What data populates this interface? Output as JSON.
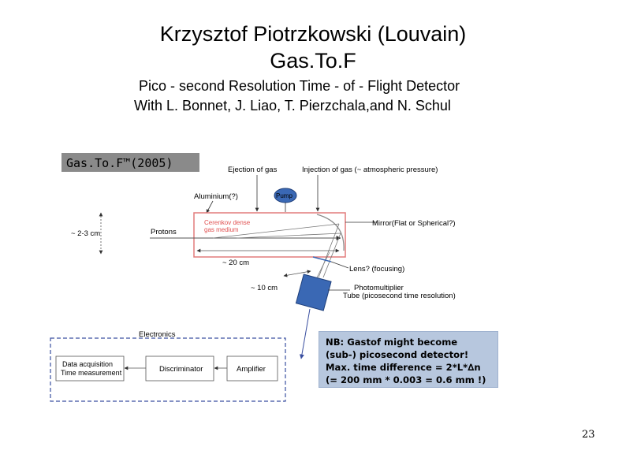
{
  "slide": {
    "title_line1": "Krzysztof Piotrzkowski (Louvain)",
    "title_line2": "Gas.To.F",
    "subtitle_line1": "Pico - second Resolution Time - of - Flight Detector",
    "subtitle_line2": "With L. Bonnet, J. Liao, T. Pierzchala,and N. Schul",
    "page_number": "23"
  },
  "diagram": {
    "banner": "Gas.To.F™(2005)",
    "ejection": "Ejection of gas",
    "injection": "Injection of gas (~ atmospheric pressure)",
    "aluminium": "Aluminium(?)",
    "pump": "Pump",
    "medium_line1": "Cerenkov dense",
    "medium_line2": "gas medium",
    "mirror": "Mirror(Flat or Spherical?)",
    "protons": "Protons",
    "height": "~ 2-3 cm",
    "length20": "~ 20 cm",
    "lens": "Lens? (focusing)",
    "length10": "~ 10 cm",
    "pm_line1": "Photomultiplier",
    "pm_line2": "Tube (picosecond time resolution)",
    "electronics": "Electronics",
    "daq_line1": "Data acquisition",
    "daq_line2": "Time measurement",
    "discriminator": "Discriminator",
    "amplifier": "Amplifier"
  },
  "note": {
    "line1": "NB: Gastof might become",
    "line2": "(sub-) picosecond detector!",
    "line3": "Max. time difference = 2*L*∆n",
    "line4": "(= 200 mm * 0.003 = 0.6 mm !)"
  }
}
